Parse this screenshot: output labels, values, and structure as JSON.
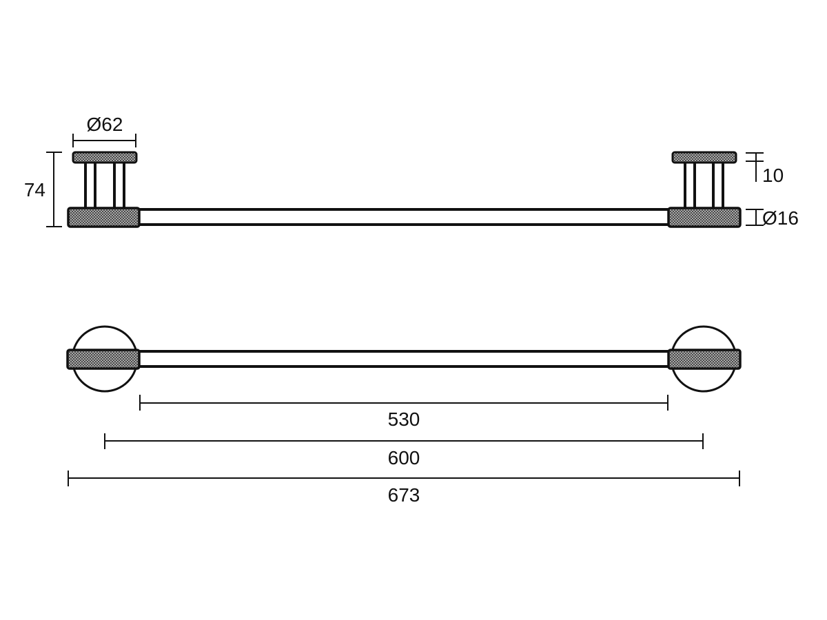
{
  "dimensions": {
    "flange_diameter": "Ø62",
    "height": "74",
    "flange_thickness": "10",
    "rail_diameter": "Ø16",
    "inner_length": "530",
    "center_distance": "600",
    "overall_length": "673"
  },
  "colors": {
    "line": "#111111",
    "knurl_fill": "#5a5a5a",
    "background": "#ffffff"
  }
}
